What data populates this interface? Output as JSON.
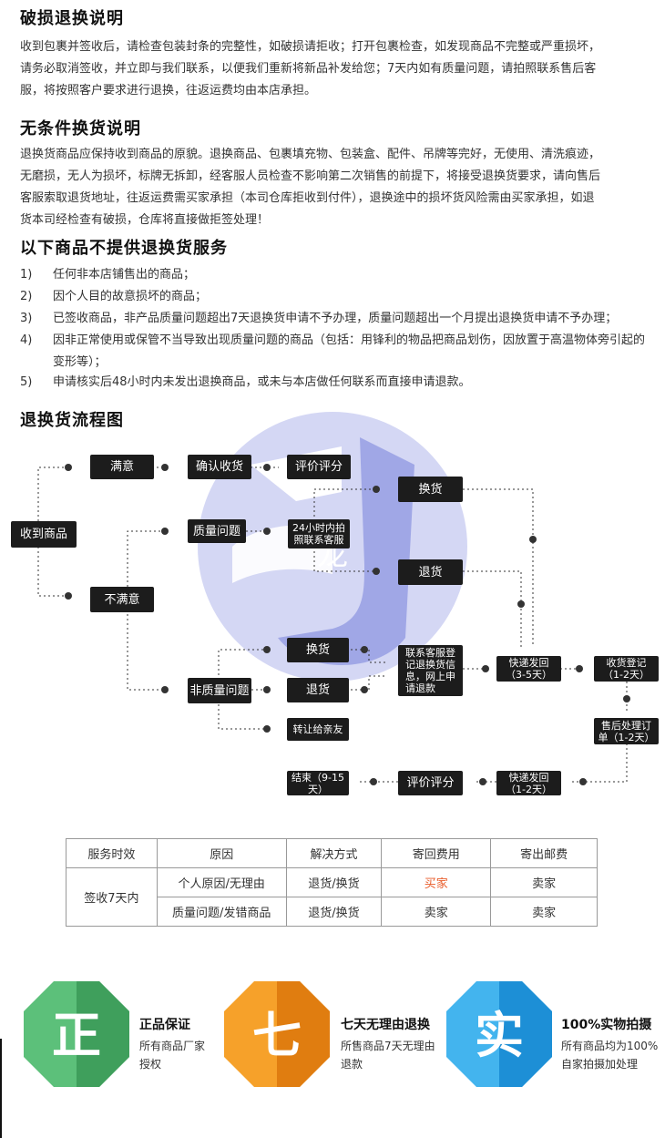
{
  "sections": {
    "damage_title": "破损退换说明",
    "damage_line1": "收到包裹并签收后，请检查包装封条的完整性，如破损请拒收；打开包裹检查，如发现商品不完整或严重损坏，",
    "damage_line2": "请务必取消签收，并立即与我们联系，以便我们重新将新品补发给您；7天内如有质量问题，请拍照联系售后客",
    "damage_line3": "服，将按照客户要求进行退换，往返运费均由本店承担。",
    "exchange_title": "无条件换货说明",
    "exchange_line1": "退换货商品应保持收到商品的原貌。退换商品、包裹填充物、包装盒、配件、吊牌等完好，无使用、清洗痕迹，",
    "exchange_line2": "无磨损，无人为损坏，标牌无拆卸，经客服人员检查不影响第二次销售的前提下，将接受退换货要求，请向售后",
    "exchange_line3": "客服索取退货地址，往返运费需买家承担（本司仓库拒收到付件），退换途中的损坏货风险需由买家承担，如退",
    "exchange_line4": "货本司经检查有破损，仓库将直接做拒签处理！",
    "no_service_title": "以下商品不提供退换货服务",
    "no_service_items": [
      {
        "num": "1)",
        "text": "任何非本店铺售出的商品；"
      },
      {
        "num": "2)",
        "text": "因个人目的故意损坏的商品；"
      },
      {
        "num": "3)",
        "text": "已签收商品，非产品质量问题超出7天退换货申请不予办理，质量问题超出一个月提出退换货申请不予办理；"
      },
      {
        "num": "4)",
        "text": "因非正常使用或保管不当导致出现质量问题的商品（包括：用锋利的物品把商品划伤，因放置于高温物体旁引起的变形等）；"
      },
      {
        "num": "5)",
        "text": "申请核实后48小时内未发出退换商品，或未与本店做任何联系而直接申请退款。"
      }
    ],
    "flow_title": "退换货流程图"
  },
  "watermark": {
    "text": "龙",
    "color": "#c8ccf0"
  },
  "flow": {
    "received": "收到商品",
    "satisfied": "满意",
    "confirm": "确认收货",
    "rate1": "评价评分",
    "unsatisfied": "不满意",
    "quality": "质量问题",
    "photo_contact": "24小时内拍照联系客服",
    "exchange1": "换货",
    "return1": "退货",
    "non_quality": "非质量问题",
    "exchange2": "换货",
    "return2": "退货",
    "gift": "转让给亲友",
    "register": "联系客服登记退换货信息，网上申请退款",
    "express1": "快递发回（3-5天）",
    "receive_register": "收货登记（1-2天）",
    "aftersale": "售后处理订单（1-2天）",
    "express2": "快递发回（1-2天）",
    "rate2": "评价评分",
    "end": "结束（9-15天）"
  },
  "table": {
    "headers": [
      "服务时效",
      "原因",
      "解决方式",
      "寄回费用",
      "寄出邮费"
    ],
    "period": "签收7天内",
    "rows": [
      {
        "reason": "个人原因/无理由",
        "solution": "退货/换货",
        "return_fee": "买家",
        "send_fee": "卖家"
      },
      {
        "reason": "质量问题/发错商品",
        "solution": "退货/换货",
        "return_fee": "卖家",
        "send_fee": "卖家"
      }
    ]
  },
  "badges": [
    {
      "char": "正",
      "title": "正品保证",
      "desc1": "所有商品厂家",
      "desc2": "授权",
      "color": "#5cc07a",
      "dark": "#3f9f5c"
    },
    {
      "char": "七",
      "title": "七天无理由退换",
      "desc1": "所售商品7天无理由",
      "desc2": "退款",
      "color": "#f6a12a",
      "dark": "#e07d10"
    },
    {
      "char": "实",
      "title": "100%实物拍摄",
      "desc1": "所有商品均为100%",
      "desc2": "自家拍摄加处理",
      "color": "#43b4ee",
      "dark": "#1d8fd6"
    }
  ]
}
